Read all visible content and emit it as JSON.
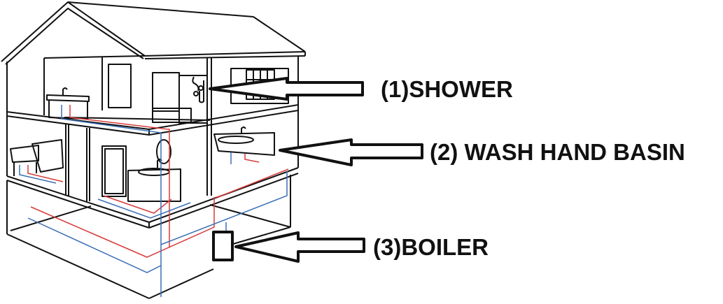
{
  "diagram": {
    "subject": "House cross-section plumbing diagram",
    "labels": [
      {
        "id": "shower",
        "text": "(1)SHOWER"
      },
      {
        "id": "wash_hand_basin",
        "text": "(2) WASH HAND BASIN"
      },
      {
        "id": "boiler",
        "text": "(3)BOILER"
      }
    ],
    "pipe_colors": {
      "hot": "#d93a3a",
      "cold": "#3b6fb6"
    },
    "line_color": "#111111"
  }
}
